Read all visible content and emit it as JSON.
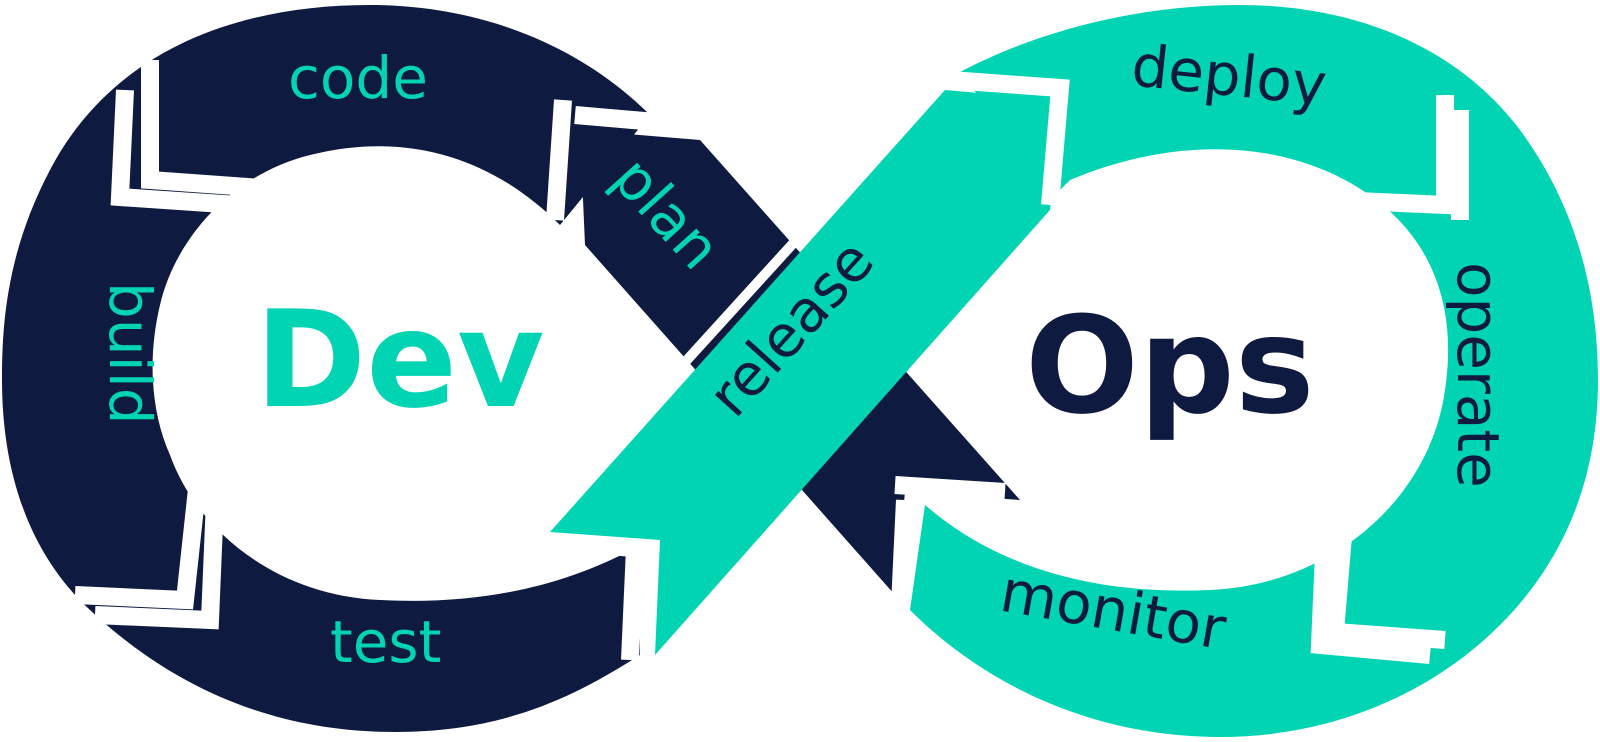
{
  "colors": {
    "navy": "#0f1a40",
    "teal": "#00d4b2",
    "background": "#ffffff",
    "gap": "#ffffff"
  },
  "center": {
    "dev": "Dev",
    "ops": "Ops"
  },
  "dev_loop": {
    "plan": "plan",
    "code": "code",
    "build": "build",
    "test": "test"
  },
  "ops_loop": {
    "release": "release",
    "deploy": "deploy",
    "operate": "operate",
    "monitor": "monitor"
  }
}
